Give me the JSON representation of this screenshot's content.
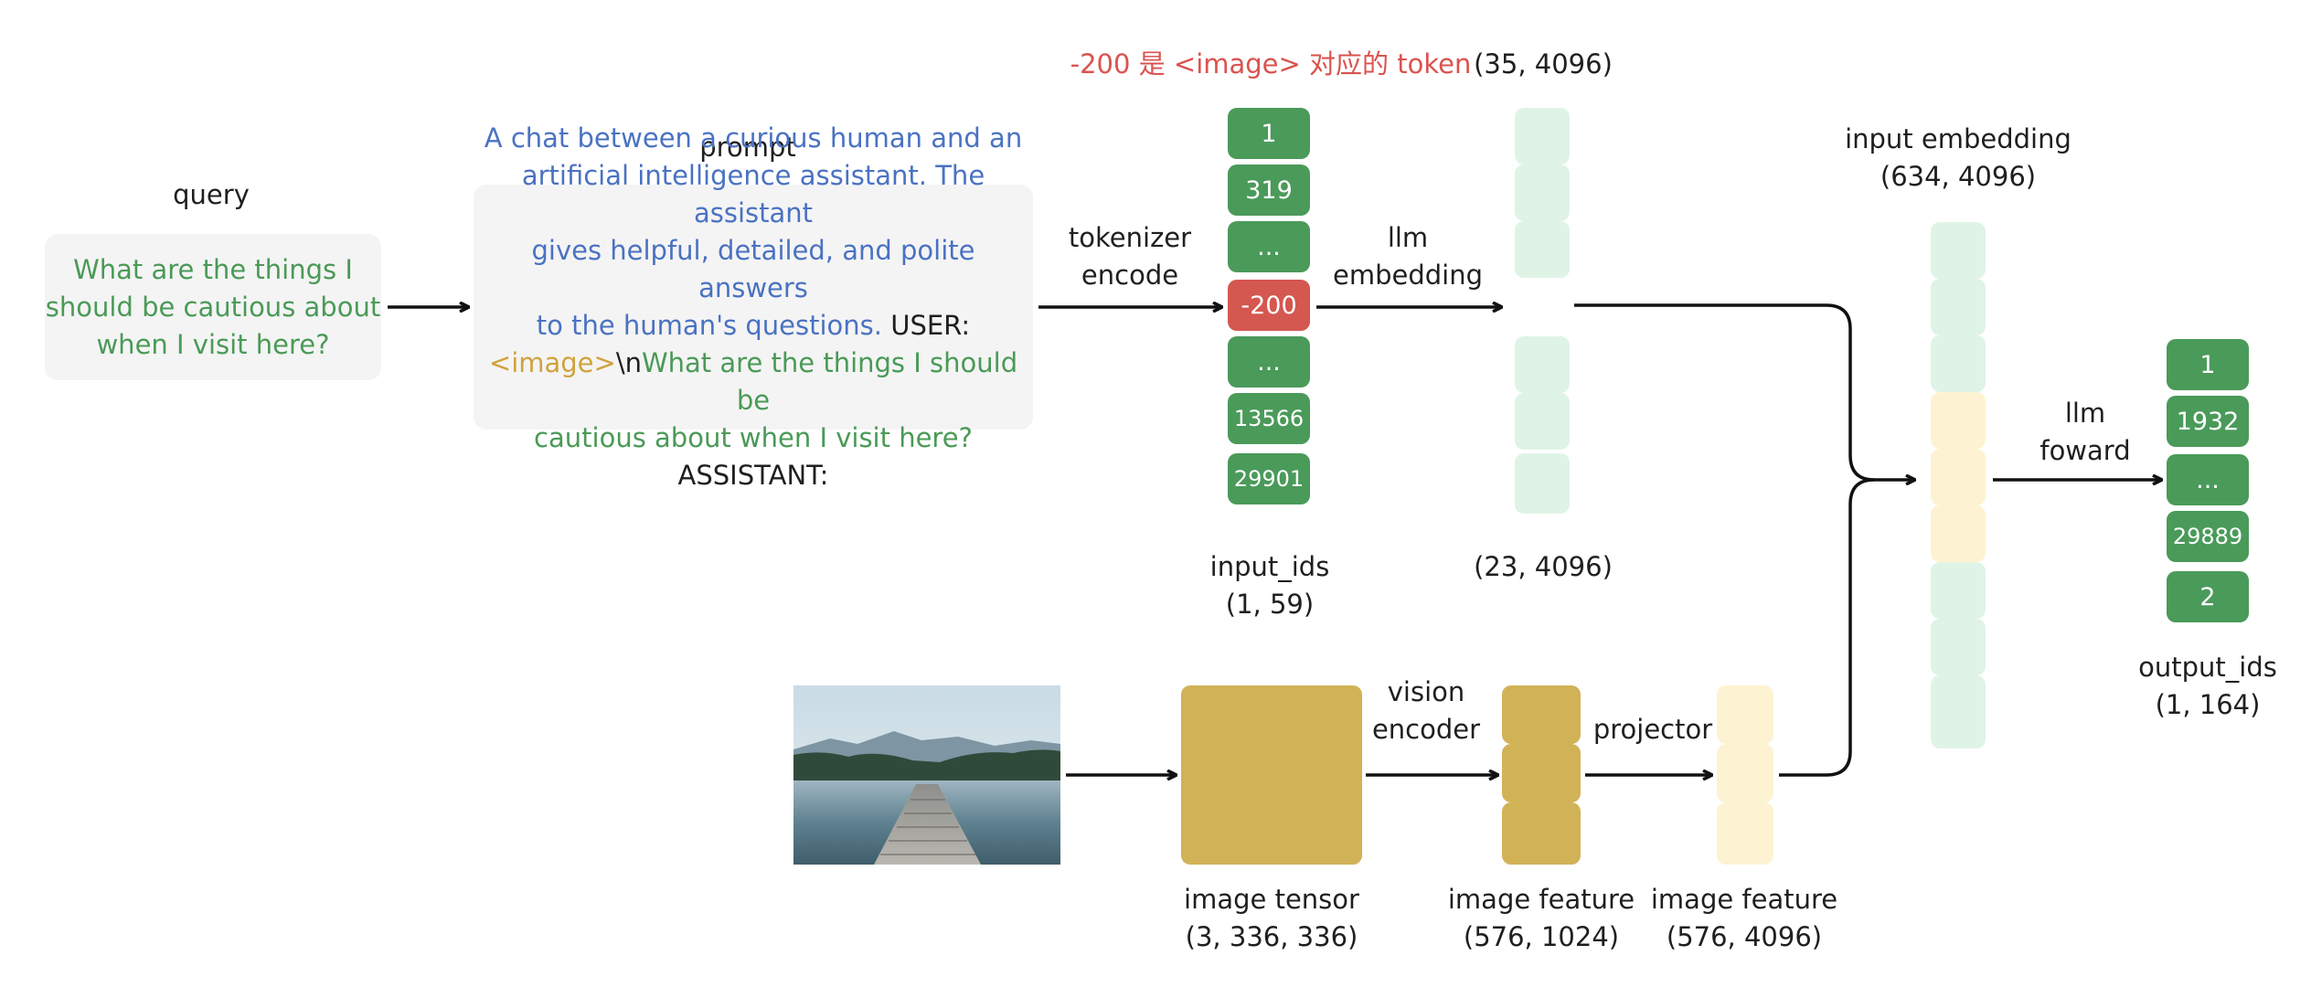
{
  "query": {
    "title": "query",
    "text_lines": [
      "What are the things I",
      "should be cautious about",
      "when I visit here?"
    ]
  },
  "prompt": {
    "title": "prompt",
    "segments": {
      "system_l1": "A chat between a curious human and an",
      "system_l2": "artificial intelligence assistant. The assistant",
      "system_l3": "gives helpful, detailed, and polite answers",
      "system_l4": "to the human's questions.",
      "user_tag": "USER:",
      "image_tag": "<image>",
      "newline": "\\n",
      "question_l5": "What are the things I should be",
      "question_l6": "cautious about when I visit here?",
      "assistant_tag": "ASSISTANT:"
    }
  },
  "steps": {
    "tokenizer_line1": "tokenizer",
    "tokenizer_line2": "encode",
    "llm_embed_line1": "llm",
    "llm_embed_line2": "embedding",
    "llm_forward_line1": "llm",
    "llm_forward_line2": "foward",
    "vision_line1": "vision",
    "vision_line2": "encoder",
    "projector": "projector"
  },
  "annotation": "-200 是 <image> 对应的 token",
  "input_ids": {
    "name": "input_ids",
    "shape": "(1, 59)",
    "tokens": [
      "1",
      "319",
      "...",
      "-200",
      "...",
      "13566",
      "29901"
    ]
  },
  "text_embedding": {
    "shape_top": "(35, 4096)",
    "shape_bottom": "(23, 4096)"
  },
  "input_embedding": {
    "name": "input embedding",
    "shape": "(634, 4096)"
  },
  "output_ids": {
    "name": "output_ids",
    "shape": "(1, 164)",
    "tokens": [
      "1",
      "1932",
      "...",
      "29889",
      "2"
    ]
  },
  "image_tensor": {
    "name": "image tensor",
    "shape": "(3, 336, 336)"
  },
  "image_feature_vision": {
    "name": "image feature",
    "shape": "(576, 1024)"
  },
  "image_feature_proj": {
    "name": "image feature",
    "shape": "(576, 4096)"
  },
  "colors": {
    "token_green": "#4a9a5a",
    "token_red": "#d45750",
    "embed_green": "#dff4e6",
    "embed_yellow": "#fdf3d2",
    "tensor_gold": "#d1b257",
    "panel_bg": "#f4f4f4",
    "annotation_red": "#d9534f"
  }
}
